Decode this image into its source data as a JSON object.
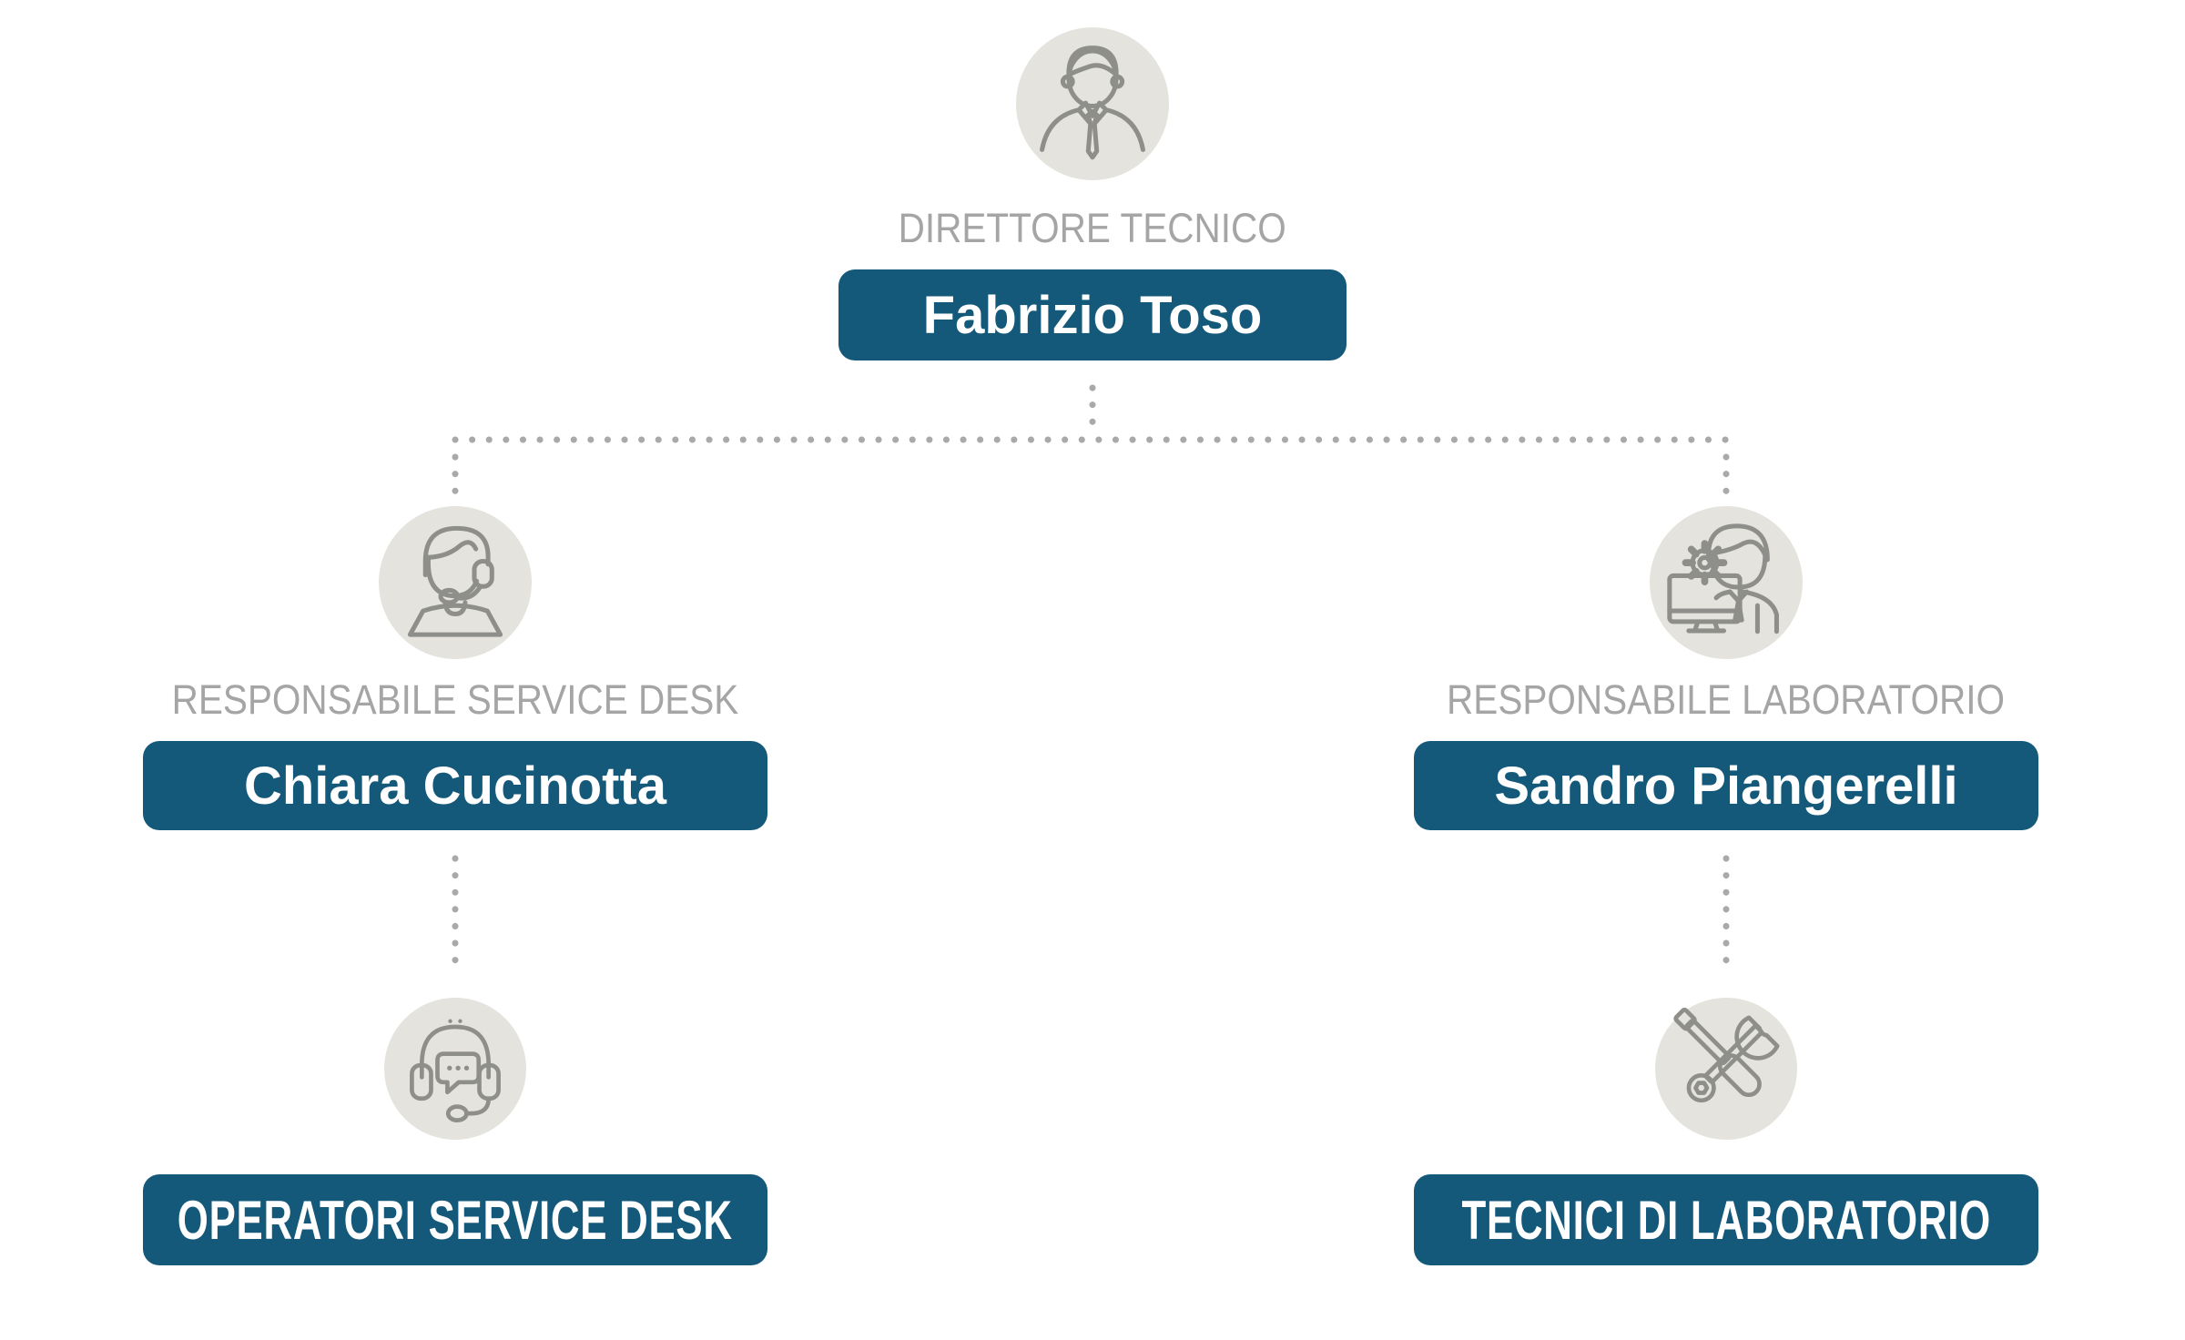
{
  "org_chart": {
    "root": {
      "role": "DIRETTORE TECNICO",
      "name": "Fabrizio Toso",
      "icon": "person-icon"
    },
    "branches": [
      {
        "role": "RESPONSABILE SERVICE DESK",
        "name": "Chiara Cucinotta",
        "icon": "support-agent-icon",
        "team_name": "OPERATORI SERVICE DESK",
        "team_icon": "headset-chat-icon"
      },
      {
        "role": "RESPONSABILE LABORATORIO",
        "name": "Sandro Piangerelli",
        "icon": "technician-gear-icon",
        "team_name": "TECNICI DI LABORATORIO",
        "team_icon": "tools-icon"
      }
    ]
  },
  "colors": {
    "accent": "#14587A",
    "name_text": "#FFFFFF",
    "caption_text": "#A5A5A5",
    "avatar_background": "#E4E3DD",
    "icon_stroke": "#8E8E8B",
    "connector_dots": "#A9A9A7",
    "background": "#FFFFFF"
  }
}
